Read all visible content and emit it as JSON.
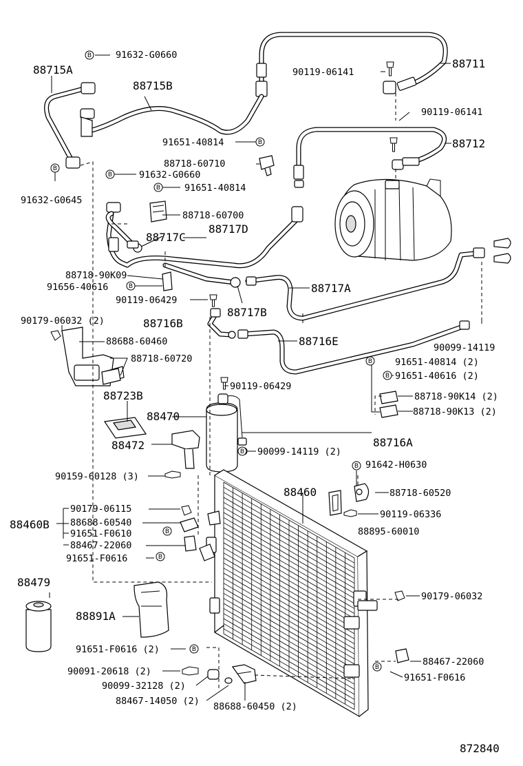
{
  "diagram_id": "872840",
  "parts": [
    {
      "key": "p88715A",
      "text": "88715A"
    },
    {
      "key": "p91632G0660a",
      "text": "91632-G0660"
    },
    {
      "key": "p88715B",
      "text": "88715B"
    },
    {
      "key": "p88711",
      "text": "88711"
    },
    {
      "key": "p90119_06141a",
      "text": "90119-06141"
    },
    {
      "key": "p90119_06141b",
      "text": "90119-06141"
    },
    {
      "key": "p88712",
      "text": "88712"
    },
    {
      "key": "p91651_40814a",
      "text": "91651-40814"
    },
    {
      "key": "p88718_60710",
      "text": "88718-60710"
    },
    {
      "key": "p91632G0660b",
      "text": "91632-G0660"
    },
    {
      "key": "p91632G0645",
      "text": "91632-G0645"
    },
    {
      "key": "p91651_40814b",
      "text": "91651-40814"
    },
    {
      "key": "p88718_60700",
      "text": "88718-60700"
    },
    {
      "key": "p88717D",
      "text": "88717D"
    },
    {
      "key": "p88717C",
      "text": "88717C"
    },
    {
      "key": "p88718_90K09",
      "text": "88718-90K09"
    },
    {
      "key": "p91656_40616",
      "text": "91656-40616"
    },
    {
      "key": "p88717A",
      "text": "88717A"
    },
    {
      "key": "p90119_06429a",
      "text": "90119-06429"
    },
    {
      "key": "p88717B",
      "text": "88717B"
    },
    {
      "key": "p90179_06032_2",
      "text": "90179-06032 (2)"
    },
    {
      "key": "p88716B",
      "text": "88716B"
    },
    {
      "key": "p88688_60460",
      "text": "88688-60460"
    },
    {
      "key": "p90099_14119",
      "text": "90099-14119"
    },
    {
      "key": "p88716E",
      "text": "88716E"
    },
    {
      "key": "p88718_60720",
      "text": "88718-60720"
    },
    {
      "key": "p91651_40814_2",
      "text": "91651-40814 (2)"
    },
    {
      "key": "p91651_40616_2",
      "text": "91651-40616 (2)"
    },
    {
      "key": "p90119_06429b",
      "text": "90119-06429"
    },
    {
      "key": "p88723B",
      "text": "88723B"
    },
    {
      "key": "p88718_90K14_2",
      "text": "88718-90K14 (2)"
    },
    {
      "key": "p88718_90K13_2",
      "text": "88718-90K13 (2)"
    },
    {
      "key": "p88470",
      "text": "88470"
    },
    {
      "key": "p88716A",
      "text": "88716A"
    },
    {
      "key": "p88472",
      "text": "88472"
    },
    {
      "key": "p90099_14119_2",
      "text": "90099-14119 (2)"
    },
    {
      "key": "p91642_H0630",
      "text": "91642-H0630"
    },
    {
      "key": "p90159_60128_3",
      "text": "90159-60128 (3)"
    },
    {
      "key": "p88460",
      "text": "88460"
    },
    {
      "key": "p88718_60520",
      "text": "88718-60520"
    },
    {
      "key": "p90179_06115",
      "text": "90179-06115"
    },
    {
      "key": "p90119_06336",
      "text": "90119-06336"
    },
    {
      "key": "p88460B",
      "text": "88460B"
    },
    {
      "key": "p88688_60540",
      "text": "88688-60540"
    },
    {
      "key": "p91651_F0610",
      "text": "91651-F0610"
    },
    {
      "key": "p88895_60010",
      "text": "88895-60010"
    },
    {
      "key": "p88467_22060a",
      "text": "88467-22060"
    },
    {
      "key": "p91651_F0616a",
      "text": "91651-F0616"
    },
    {
      "key": "p88479",
      "text": "88479"
    },
    {
      "key": "p90179_06032",
      "text": "90179-06032"
    },
    {
      "key": "p88891A",
      "text": "88891A"
    },
    {
      "key": "p91651_F0616_2",
      "text": "91651-F0616 (2)"
    },
    {
      "key": "p88467_22060b",
      "text": "88467-22060"
    },
    {
      "key": "p90091_20618_2",
      "text": "90091-20618 (2)"
    },
    {
      "key": "p91651_F0616b",
      "text": "91651-F0616"
    },
    {
      "key": "p90099_32128_2",
      "text": "90099-32128 (2)"
    },
    {
      "key": "p88467_14050_2",
      "text": "88467-14050 (2)"
    },
    {
      "key": "p88688_60450_2",
      "text": "88688-60450 (2)"
    }
  ],
  "bolt_marker": "B"
}
